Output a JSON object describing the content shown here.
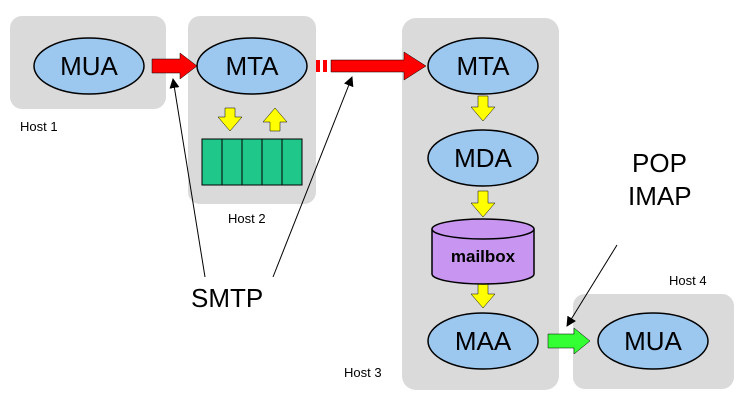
{
  "hosts": {
    "host1": "Host 1",
    "host2": "Host 2",
    "host3": "Host 3",
    "host4": "Host 4"
  },
  "nodes": {
    "mua_sender": "MUA",
    "mta_host2": "MTA",
    "mta_host3": "MTA",
    "mda": "MDA",
    "mailbox": "mailbox",
    "maa": "MAA",
    "mua_receiver": "MUA"
  },
  "protocols": {
    "smtp": "SMTP",
    "pop": "POP",
    "imap": "IMAP"
  },
  "colors": {
    "host_box": "#dadada",
    "node_fill": "#9cc8f0",
    "node_stroke": "#000000",
    "smtp_arrow": "#ff0000",
    "access_arrow": "#33ff33",
    "flow_arrow": "#ffff00",
    "queue_fill": "#20c78a",
    "mailbox_fill": "#c896f0"
  }
}
